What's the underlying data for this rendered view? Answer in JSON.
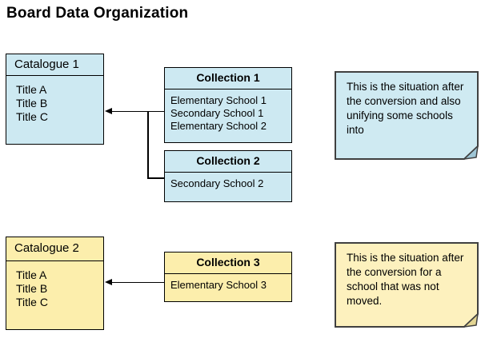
{
  "title": "Board Data Organization",
  "catalogues": [
    {
      "name": "Catalogue 1",
      "theme": "blue",
      "items": [
        "Title A",
        "Title B",
        "Title C"
      ]
    },
    {
      "name": "Catalogue 2",
      "theme": "yellow",
      "items": [
        "Title A",
        "Title B",
        "Title C"
      ]
    }
  ],
  "collections": [
    {
      "name": "Collection 1",
      "theme": "blue",
      "items": [
        "Elementary School 1",
        "Secondary School 1",
        "Elementary School 2"
      ]
    },
    {
      "name": "Collection 2",
      "theme": "blue",
      "items": [
        "Secondary School 2"
      ]
    },
    {
      "name": "Collection 3",
      "theme": "yellow",
      "items": [
        "Elementary School 3"
      ]
    }
  ],
  "notes": [
    {
      "theme": "blue",
      "text": "This is the situation after the conversion and also unifying some schools into"
    },
    {
      "theme": "yellow",
      "text": "This is the situation after the conversion for a school that was not moved."
    }
  ],
  "connections": [
    {
      "from": "Collection 1",
      "to": "Catalogue 1"
    },
    {
      "from": "Collection 2",
      "to": "Catalogue 1"
    },
    {
      "from": "Collection 3",
      "to": "Catalogue 2"
    }
  ],
  "colors": {
    "box_blue": "#cde9f2",
    "box_yellow": "#fceeac",
    "note_blue": "#cfeaf2",
    "note_yellow": "#fdf1be",
    "border": "#000000",
    "note_border": "#404040"
  }
}
